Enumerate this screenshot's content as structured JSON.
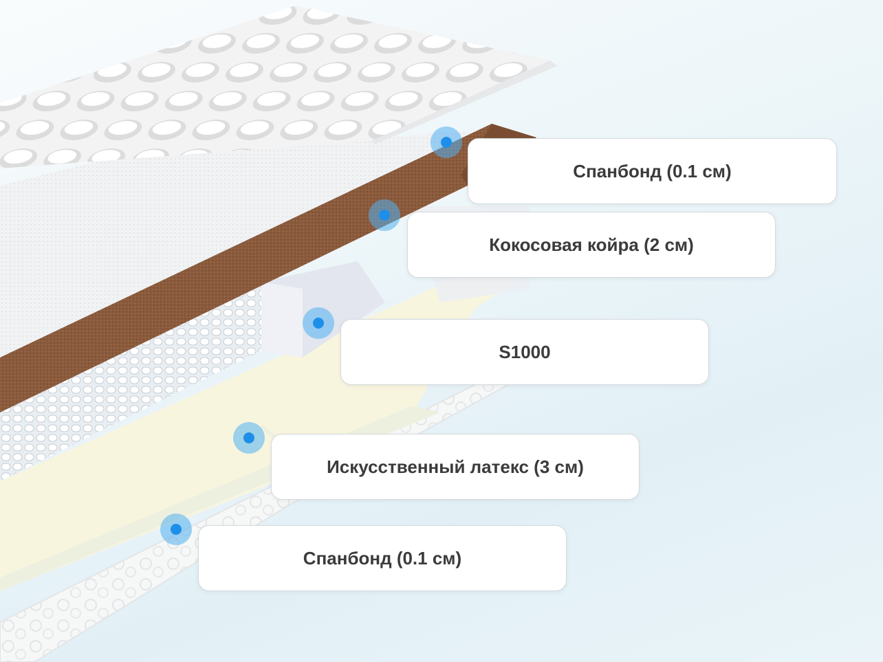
{
  "layers": [
    {
      "id": "spunbond-top",
      "label": "Спанбонд (0.1 см)"
    },
    {
      "id": "coconut-coir",
      "label": "Кокосовая койра (2 см)"
    },
    {
      "id": "spring-block",
      "label": "S1000"
    },
    {
      "id": "artificial-latex",
      "label": "Искусственный латекс (3 см)"
    },
    {
      "id": "spunbond-bottom",
      "label": "Спанбонд (0.1 см)"
    }
  ],
  "colors": {
    "marker": "#52b0f0",
    "marker_core": "#1e8fe8",
    "coir": "#8a5a3c",
    "latex": "#f8f5df",
    "cover": "#f4f5f6"
  }
}
